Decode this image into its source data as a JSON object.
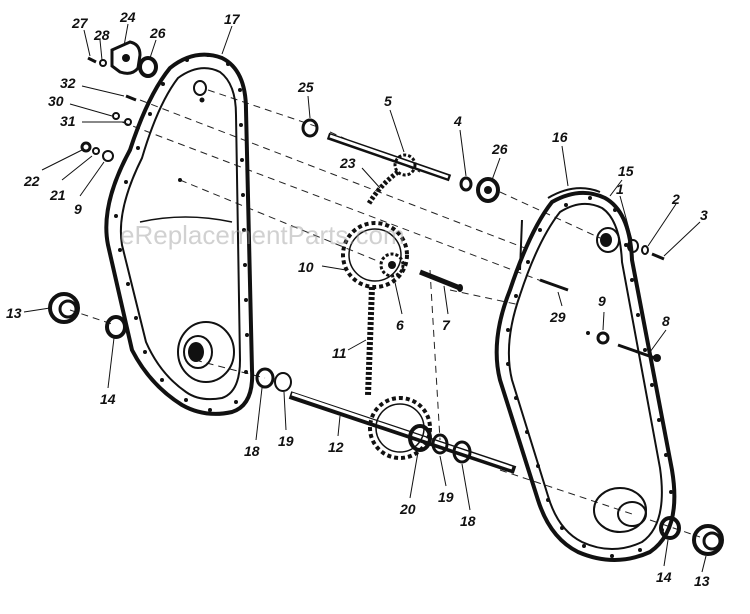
{
  "watermark": "eReplacementParts.com",
  "callouts": {
    "c27": "27",
    "c28": "28",
    "c24": "24",
    "c26a": "26",
    "c17": "17",
    "c32": "32",
    "c30": "30",
    "c31": "31",
    "c22": "22",
    "c21": "21",
    "c9a": "9",
    "c25": "25",
    "c5": "5",
    "c4": "4",
    "c26b": "26",
    "c16": "16",
    "c15": "15",
    "c1": "1",
    "c2": "2",
    "c3": "3",
    "c23": "23",
    "c10": "10",
    "c6": "6",
    "c7": "7",
    "c29": "29",
    "c9b": "9",
    "c8": "8",
    "c11": "11",
    "c13a": "13",
    "c14a": "14",
    "c18a": "18",
    "c19a": "19",
    "c12": "12",
    "c20": "20",
    "c19b": "19",
    "c18b": "18",
    "c14b": "14",
    "c13b": "13"
  },
  "colors": {
    "ink": "#111111",
    "paper": "#ffffff",
    "watermark": "#9a9a9a"
  }
}
